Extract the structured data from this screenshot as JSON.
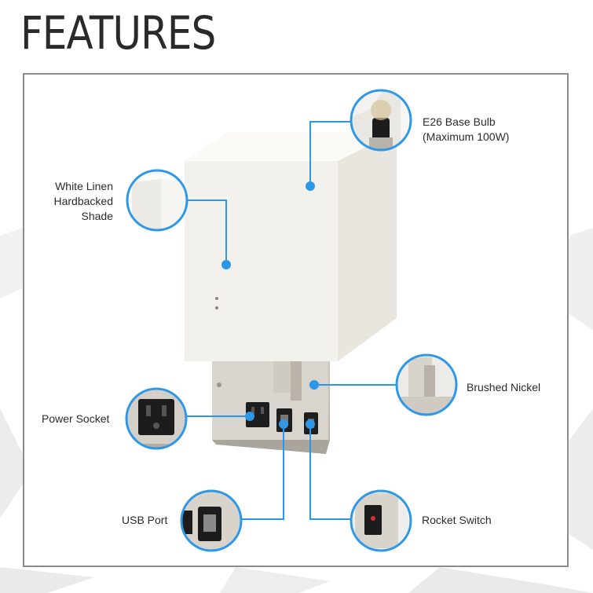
{
  "page": {
    "title": "FEATURES"
  },
  "features": {
    "bulb": {
      "line1": "E26 Base Bulb",
      "line2": "(Maximum 100W)"
    },
    "shade": {
      "line1": "White Linen",
      "line2": "Hardbacked",
      "line3": "Shade"
    },
    "nickel": {
      "label": "Brushed Nickel"
    },
    "socket": {
      "label": "Power Socket"
    },
    "usb": {
      "label": "USB Port"
    },
    "switch": {
      "label": "Rocket Switch"
    }
  },
  "colors": {
    "accent": "#2d97e8",
    "title": "#2a2a2a",
    "frame": "#8c8c8c"
  }
}
